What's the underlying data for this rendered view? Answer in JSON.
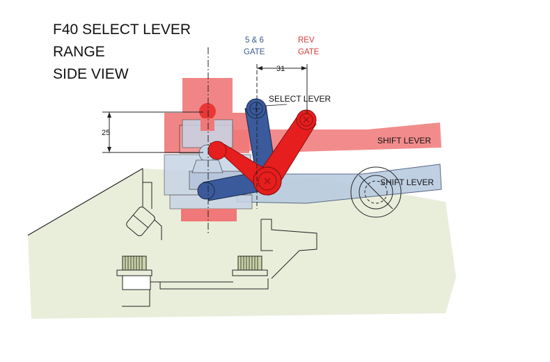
{
  "title": {
    "line1": "F40 SELECT LEVER",
    "line2": "RANGE",
    "line3": "SIDE VIEW"
  },
  "gates": {
    "five_six": {
      "line1": "5 & 6",
      "line2": "GATE"
    },
    "rev": {
      "line1": "REV",
      "line2": "GATE"
    }
  },
  "labels": {
    "select_lever": "SELECT LEVER",
    "shift_lever_upper": "SHIFT LEVER",
    "shift_lever_lower": "SHIFT LEVER"
  },
  "dimensions": {
    "horizontal": "31",
    "vertical": "25"
  },
  "colors": {
    "rev_position": "#e61e1e",
    "rev_ghost": "#f07878",
    "five_six_position": "#3a5a9c",
    "five_six_ghost": "#b9cbe0",
    "housing": "#e9eedb",
    "outline": "#222222"
  },
  "icons": [
    "crosshair-icon"
  ]
}
